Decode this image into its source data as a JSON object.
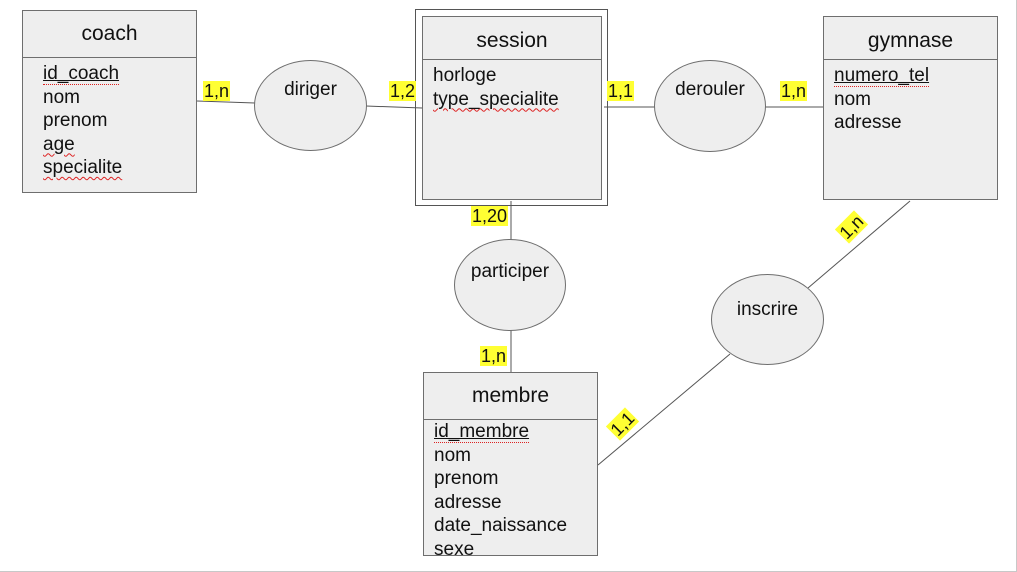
{
  "entities": {
    "coach": {
      "title": "coach",
      "attrs": [
        "id_coach",
        "nom",
        "prenom",
        "age",
        "specialite"
      ]
    },
    "session": {
      "title": "session",
      "attrs": [
        "horloge",
        "type_specialite"
      ]
    },
    "gymnase": {
      "title": "gymnase",
      "attrs": [
        "numero_tel",
        "nom",
        "adresse"
      ]
    },
    "membre": {
      "title": "membre",
      "attrs": [
        "id_membre",
        "nom",
        "prenom",
        "adresse",
        "date_naissance",
        "sexe"
      ]
    }
  },
  "relations": {
    "diriger": "diriger",
    "derouler": "derouler",
    "participer": "participer",
    "inscrire": "inscrire"
  },
  "cardinalities": {
    "coach_diriger": "1,n",
    "session_diriger": "1,2",
    "session_derouler": "1,1",
    "gymnase_derouler": "1,n",
    "session_participer": "1,20",
    "membre_participer": "1,n",
    "gymnase_inscrire": "1,n",
    "membre_inscrire": "1,1"
  },
  "colors": {
    "entity_fill": "#eeeeee",
    "border": "#6e6e6e",
    "cardinality_highlight": "#ffff33",
    "spellcheck_underline": "#d22222"
  }
}
